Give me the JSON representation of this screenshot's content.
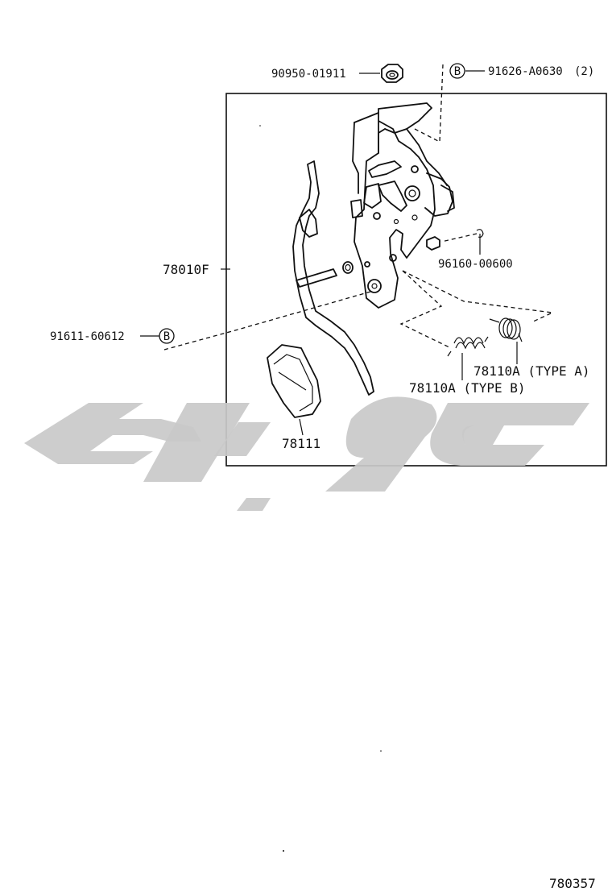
{
  "parts": {
    "nut": "90950-01911",
    "bolt": "91626-A0630",
    "bolt_qty": "(2)",
    "assembly": "78010F",
    "bolt_lower": "91611-60612",
    "bushing": "96160-00600",
    "spring_a": "78110A (TYPE  A)",
    "spring_b": "78110A (TYPE  B)",
    "pad": "78111"
  },
  "markers": {
    "bolt_marker": "B",
    "bolt_lower_marker": "B"
  },
  "diagram_number": "780357",
  "colors": {
    "line": "#111111",
    "watermark": "#c9c9c9",
    "background": "#ffffff"
  }
}
